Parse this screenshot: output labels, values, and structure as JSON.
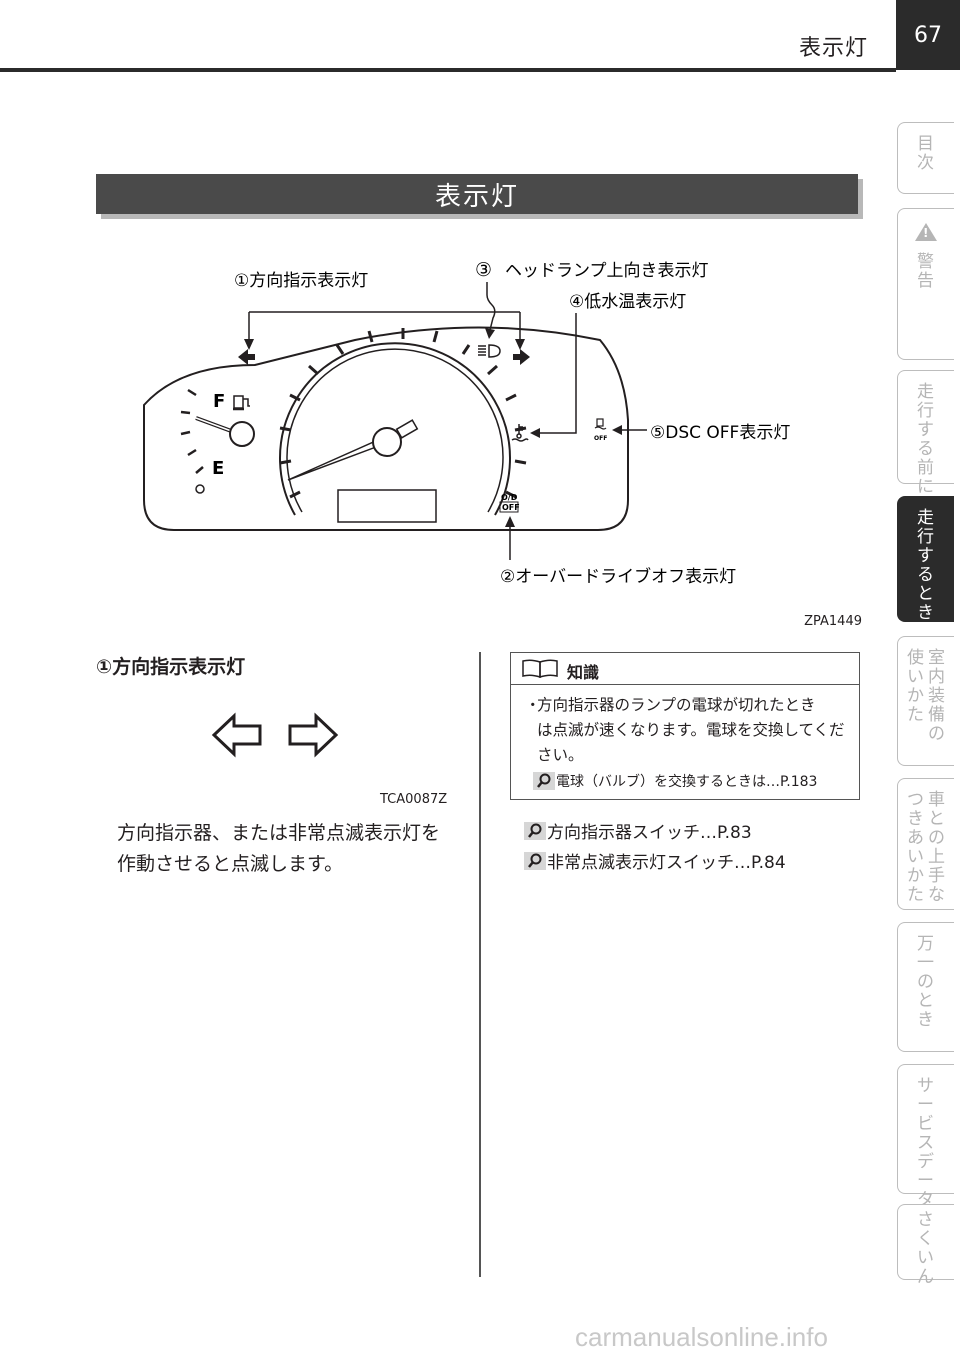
{
  "header": {
    "title": "表示灯",
    "page_number": "67"
  },
  "side_tabs": [
    {
      "label": "目次",
      "active": false
    },
    {
      "label": "警告",
      "active": false,
      "icon": "warning-triangle-icon"
    },
    {
      "label": "走行する前に",
      "active": false
    },
    {
      "label": "走行するとき",
      "active": true
    },
    {
      "label": "室内装備の使いかた",
      "active": false
    },
    {
      "label": "車との上手なつきあいかた",
      "active": false
    },
    {
      "label": "万一のとき",
      "active": false
    },
    {
      "label": "サービスデータ",
      "active": false
    },
    {
      "label": "さくいん",
      "active": false
    }
  ],
  "section_band": {
    "title": "表示灯"
  },
  "figure": {
    "callouts": {
      "c1": "①方向指示表示灯",
      "c2": "②オーバードライブオフ表示灯",
      "c3_num": "③",
      "c3": "ヘッドランプ上向き表示灯",
      "c4": "④低水温表示灯",
      "c5": "⑤DSC OFF表示灯"
    },
    "gauge_letters": {
      "full": "F",
      "empty": "E"
    },
    "lamp_texts": {
      "od": "O/D",
      "off": "OFF",
      "dsc_off": "OFF"
    },
    "code": "ZPA1449"
  },
  "left": {
    "heading": "①方向指示表示灯",
    "icon_code": "TCA0087Z",
    "body": "方向指示器、または非常点滅表示灯を作動させると点滅します。"
  },
  "knowledge": {
    "title": "知識",
    "bullet": "・",
    "text_line1": "方向指示器のランプの電球が切れたとき",
    "text_rest": "は点滅が速くなります。電球を交換してください。",
    "ref": "電球（バルブ）を交換するときは…P.183"
  },
  "refs": [
    "方向指示器スイッチ…P.83",
    "非常点滅表示灯スイッチ…P.84"
  ],
  "watermark": "carmanualsonline.info"
}
